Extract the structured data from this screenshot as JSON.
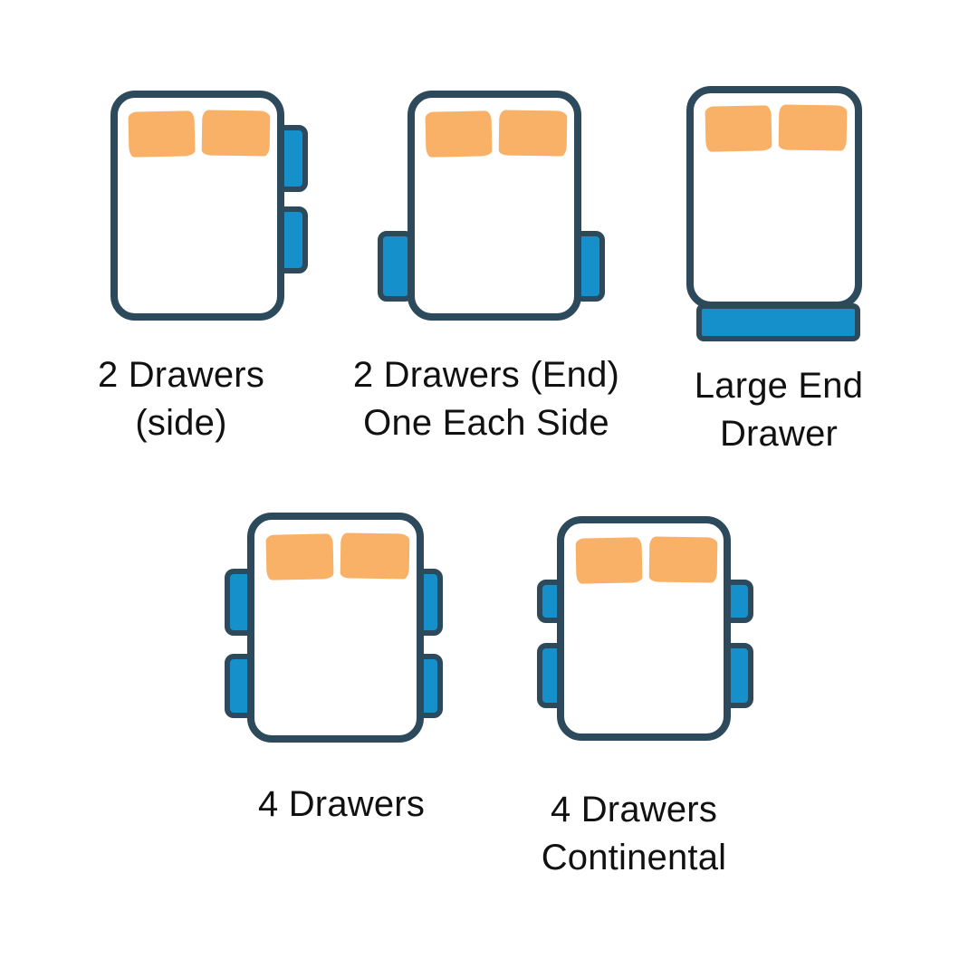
{
  "colors": {
    "outline": "#2C4A5C",
    "drawer_fill": "#1590CB",
    "pillow_fill": "#F9B167",
    "text": "#111111",
    "background": "#FFFFFF"
  },
  "diagrams": [
    {
      "id": "2-drawers-side",
      "label": "2 Drawers\n(side)",
      "drawer_count": 2,
      "drawer_layout": "two drawers stacked on right side of bed"
    },
    {
      "id": "2-drawers-end-one-each-side",
      "label": "2 Drawers (End)\nOne Each Side",
      "drawer_count": 2,
      "drawer_layout": "one drawer on each side near foot end"
    },
    {
      "id": "large-end-drawer",
      "label": "Large End\nDrawer",
      "drawer_count": 1,
      "drawer_layout": "single full-width drawer at foot end"
    },
    {
      "id": "4-drawers",
      "label": "4 Drawers",
      "drawer_count": 4,
      "drawer_layout": "two equal drawers on each side"
    },
    {
      "id": "4-drawers-continental",
      "label": "4 Drawers\nContinental",
      "drawer_count": 4,
      "drawer_layout": "two drawers each side, upper pair smaller than lower pair"
    }
  ]
}
